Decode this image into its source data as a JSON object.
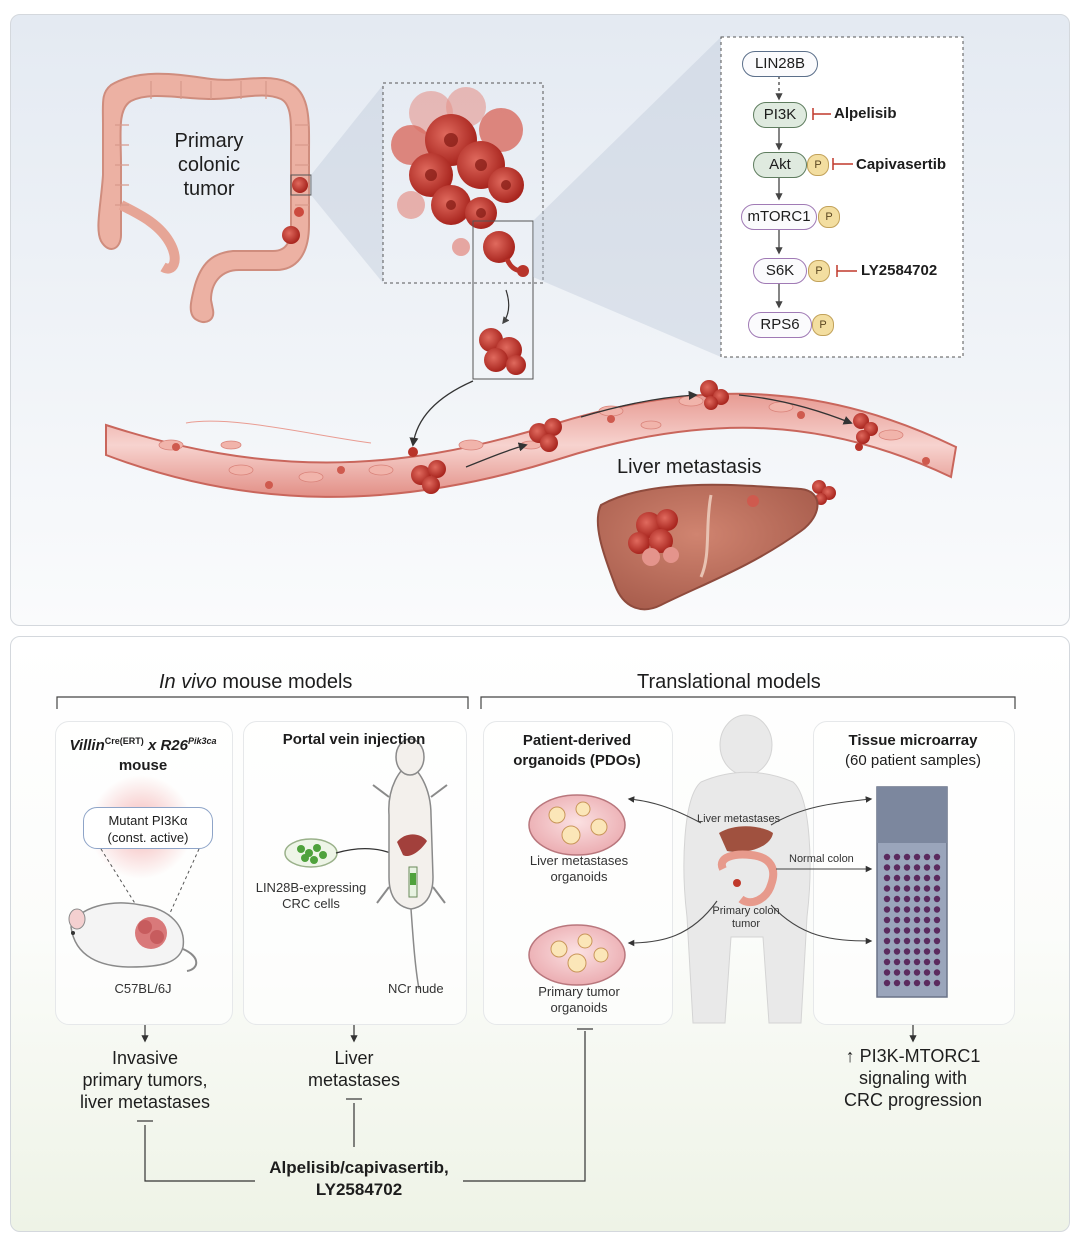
{
  "top": {
    "primary_tumor_label": [
      "Primary",
      "colonic",
      "tumor"
    ],
    "liver_metastasis_label": "Liver metastasis",
    "pathway": {
      "nodes": [
        "LIN28B",
        "PI3K",
        "Akt",
        "mTORC1",
        "S6K",
        "RPS6"
      ],
      "phospho_label": "P",
      "inhibitors": {
        "pi3k": "Alpelisib",
        "akt": "Capivasertib",
        "s6k": "LY2584702"
      }
    }
  },
  "bottom": {
    "in_vivo_header_italic": "In vivo",
    "in_vivo_header_rest": " mouse models",
    "translational_header": "Translational models",
    "villin": {
      "title_a": "Villin",
      "sup_a": "Cre(ERT)",
      "title_b": " x R26",
      "sup_b": "Pik3ca",
      "title_c": "mouse",
      "bubble": [
        "Mutant PI3Kα",
        "(const. active)"
      ],
      "strain": "C57BL/6J",
      "outcome": [
        "Invasive",
        "primary tumors,",
        "liver metastases"
      ]
    },
    "portal": {
      "title": "Portal vein injection",
      "cells": [
        "LIN28B-expressing",
        "CRC cells"
      ],
      "strain": "NCr nude",
      "outcome": [
        "Liver",
        "metastases"
      ]
    },
    "pdo": {
      "title": [
        "Patient-derived",
        "organoids (PDOs)"
      ],
      "liver_org": [
        "Liver metastases",
        "organoids"
      ],
      "primary_org": [
        "Primary tumor",
        "organoids"
      ]
    },
    "body_labels": {
      "liver": "Liver metastases",
      "normal": "Normal colon",
      "primary": [
        "Primary colon",
        "tumor"
      ]
    },
    "tma": {
      "title": "Tissue microarray",
      "subtitle": "(60 patient samples)",
      "outcome": [
        "↑ PI3K-MTORC1",
        "signaling with",
        "CRC progression"
      ]
    },
    "drugs": [
      "Alpelisib/capivasertib,",
      "LY2584702"
    ]
  },
  "colors": {
    "tumor_red": "#c0392b",
    "tissue_pink": "#e8a89a",
    "liver_brown": "#b86a58",
    "pathway_green": "#dfeadf",
    "pathway_purple": "#a07ab5",
    "phospho_yellow": "#f3dea0",
    "tma_blue": "#8f9bb3",
    "dot_purple": "#5b2a5e"
  }
}
